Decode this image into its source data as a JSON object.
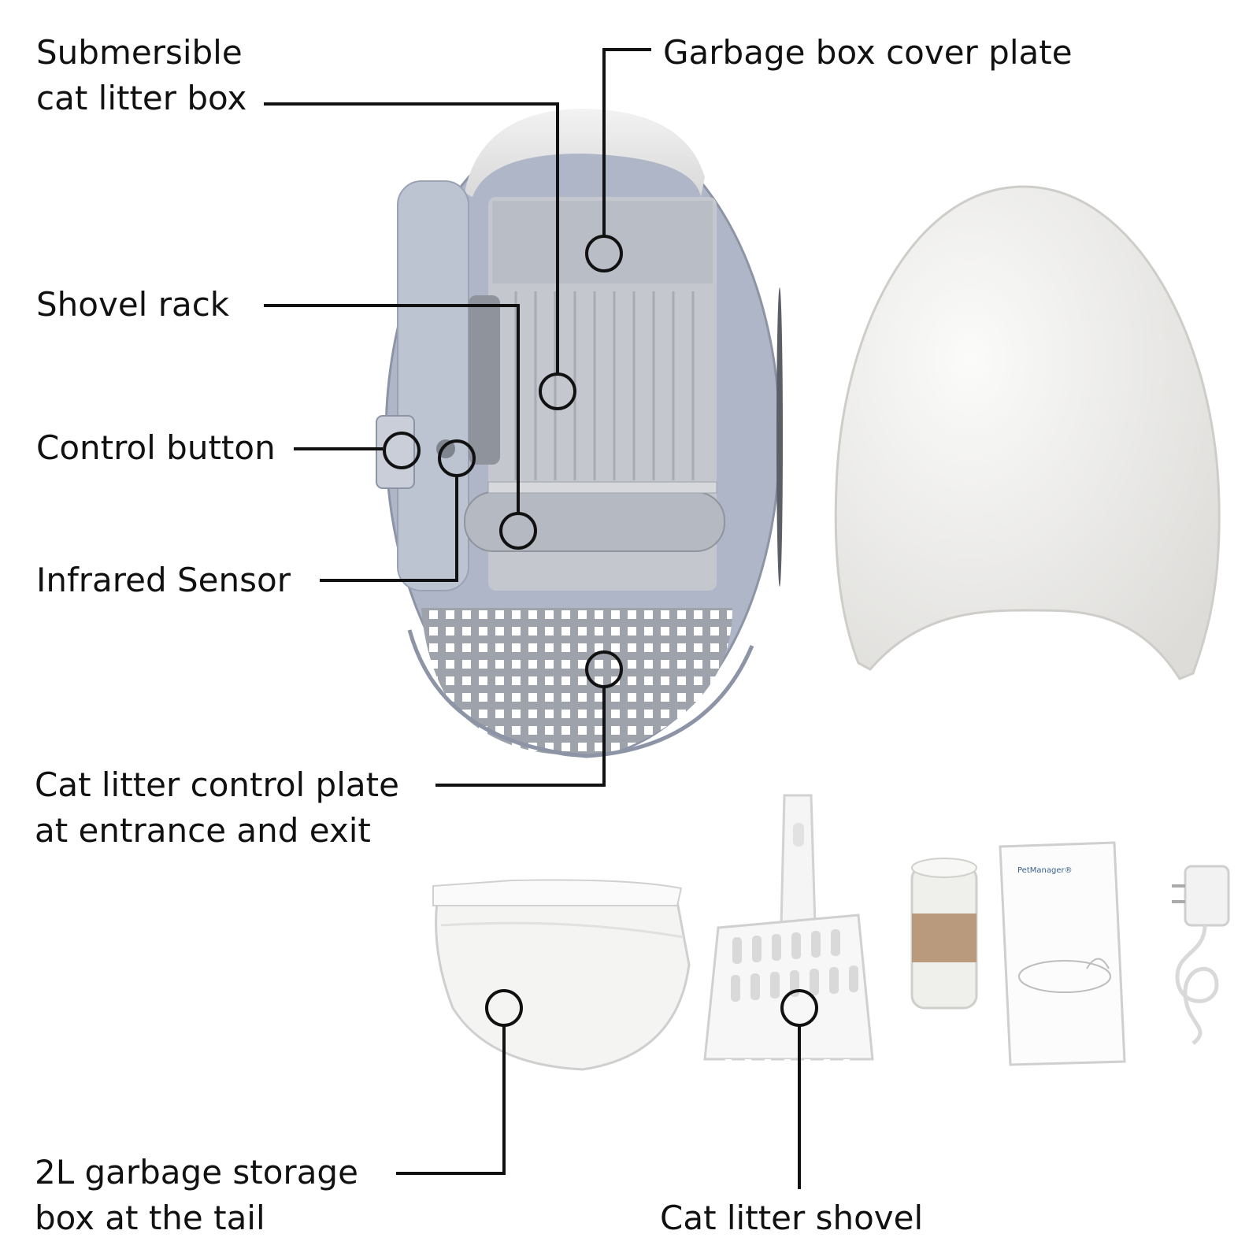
{
  "callouts": {
    "submersible_box": {
      "line1": "Submersible",
      "line2": "cat litter box"
    },
    "garbage_cover": {
      "line1": "Garbage box cover plate"
    },
    "shovel_rack": {
      "line1": "Shovel rack"
    },
    "control_button": {
      "line1": "Control button"
    },
    "infrared_sensor": {
      "line1": "Infrared Sensor"
    },
    "control_plate": {
      "line1": "Cat litter control plate",
      "line2": "at entrance and exit"
    },
    "garbage_storage": {
      "line1": "2L garbage storage",
      "line2": "box at the tail"
    },
    "litter_shovel": {
      "line1": "Cat litter shovel"
    }
  },
  "manual": {
    "brand": "PetManager®"
  },
  "colors": {
    "line": "#111111",
    "litter_box_frame": "#aeb6c7",
    "litter_box_interior": "#c4c7ce",
    "cover": "#f0efed",
    "grid_plate": "#b7bac1",
    "bag_band": "#b99a7c"
  }
}
